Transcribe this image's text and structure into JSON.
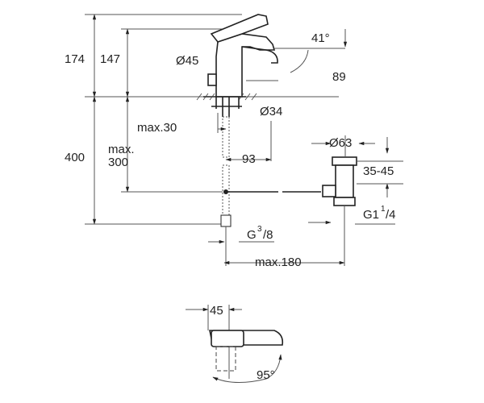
{
  "dimensions": {
    "h174": "174",
    "h147": "147",
    "h400": "400",
    "max300_line1": "max.",
    "max300_line2": "300",
    "d45": "Ø45",
    "angle41": "41°",
    "h89": "89",
    "d34": "Ø34",
    "max30": "max.30",
    "w93": "93",
    "d63": "Ø63",
    "r35_45": "35-45",
    "g1_base": "G1",
    "g1_sup": "1",
    "g1_sub": "/4",
    "g38_base": "G",
    "g38_sup": "3",
    "g38_sub": "/8",
    "max180": "max.180",
    "w45_top": "45",
    "angle95": "95°"
  }
}
